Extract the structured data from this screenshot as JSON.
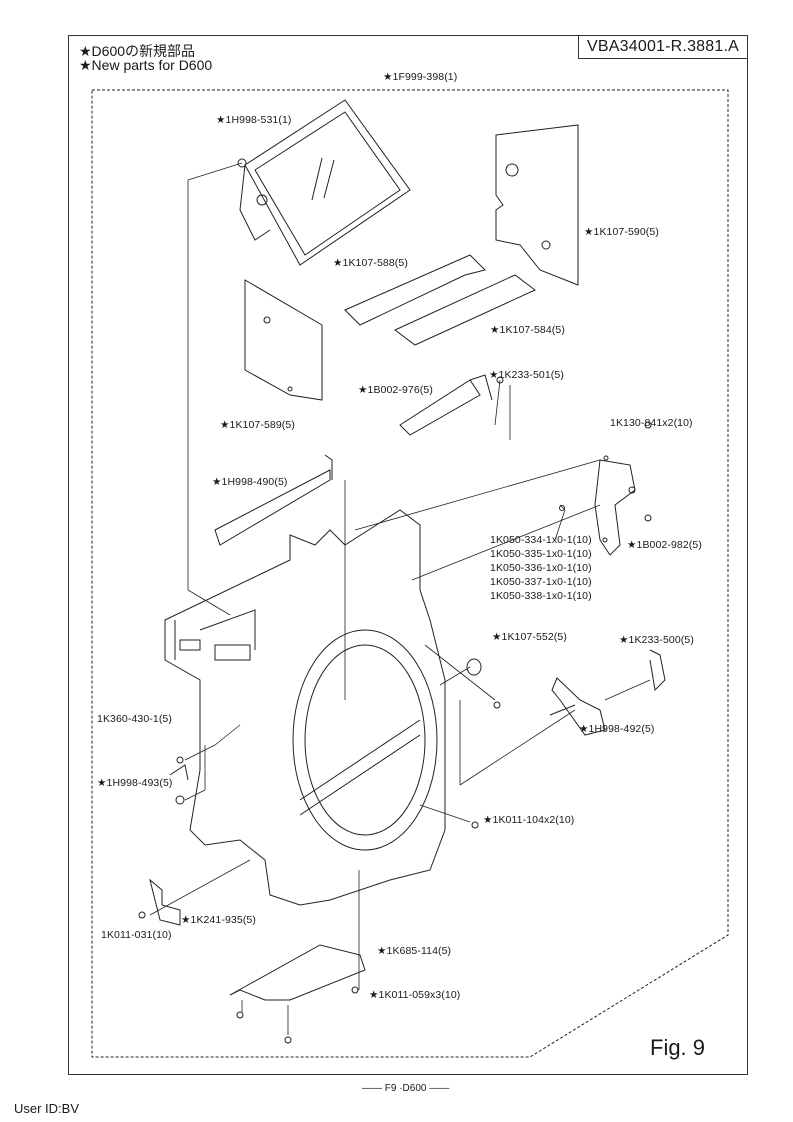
{
  "document_id": "VBA34001-R.3881.A",
  "notes": [
    "★D600の新規部品",
    "★New parts for D600"
  ],
  "assembly_label": "★1F999-398(1)",
  "part_labels": [
    {
      "id": "p1",
      "text": "★1H998-531(1)"
    },
    {
      "id": "p2",
      "text": "★1K107-588(5)"
    },
    {
      "id": "p3",
      "text": "★1K107-590(5)"
    },
    {
      "id": "p4",
      "text": "★1K107-584(5)"
    },
    {
      "id": "p5",
      "text": "★1K107-589(5)"
    },
    {
      "id": "p6",
      "text": "★1B002-976(5)"
    },
    {
      "id": "p7",
      "text": "★1K233-501(5)"
    },
    {
      "id": "p8",
      "text": "1K130-841x2(10)"
    },
    {
      "id": "p9",
      "text": "★1H998-490(5)"
    },
    {
      "id": "p10",
      "text": "★1B002-982(5)"
    },
    {
      "id": "p11",
      "text": "1K050-334-1x0-1(10)"
    },
    {
      "id": "p12",
      "text": "1K050-335-1x0-1(10)"
    },
    {
      "id": "p13",
      "text": "1K050-336-1x0-1(10)"
    },
    {
      "id": "p14",
      "text": "1K050-337-1x0-1(10)"
    },
    {
      "id": "p15",
      "text": "1K050-338-1x0-1(10)"
    },
    {
      "id": "p16",
      "text": "★1K107-552(5)"
    },
    {
      "id": "p17",
      "text": "★1K233-500(5)"
    },
    {
      "id": "p18",
      "text": "1K360-430-1(5)"
    },
    {
      "id": "p19",
      "text": "★1H998-492(5)"
    },
    {
      "id": "p20",
      "text": "★1H998-493(5)"
    },
    {
      "id": "p21",
      "text": "★1K011-104x2(10)"
    },
    {
      "id": "p22",
      "text": "1K011-031(10)"
    },
    {
      "id": "p23",
      "text": "★1K241-935(5)"
    },
    {
      "id": "p24",
      "text": "★1K685-114(5)"
    },
    {
      "id": "p25",
      "text": "★1K011-059x3(10)"
    }
  ],
  "figure_label": "Fig. 9",
  "footer": "—— F9 ·D600 ——",
  "user_id": "User ID:BV"
}
